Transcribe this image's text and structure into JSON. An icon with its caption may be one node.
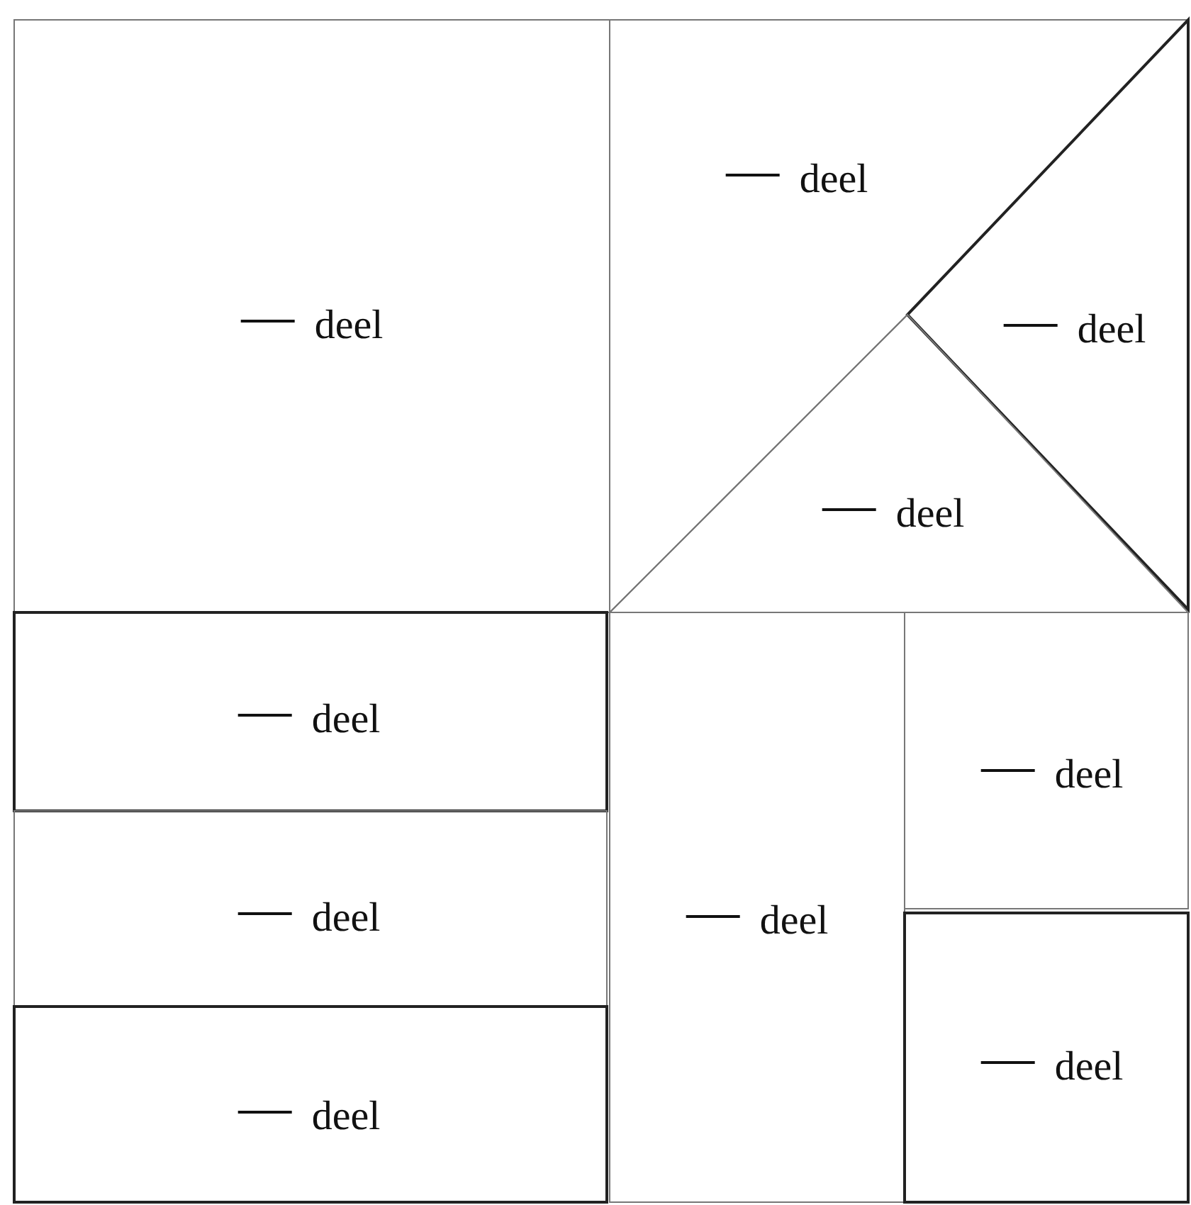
{
  "diagram": {
    "nodes": [
      {
        "text": [
          "deel"
        ]
      },
      {
        "text": [
          "deel"
        ]
      },
      {
        "text": [
          "deel"
        ]
      },
      {
        "text": [
          "deel"
        ]
      },
      {
        "text": [
          "deel"
        ]
      },
      {
        "text": [
          "deel"
        ]
      },
      {
        "text": [
          "deel"
        ]
      },
      {
        "text": [
          "deel"
        ]
      },
      {
        "text": [
          "deel"
        ]
      },
      {
        "text": [
          "deel"
        ]
      }
    ]
  }
}
